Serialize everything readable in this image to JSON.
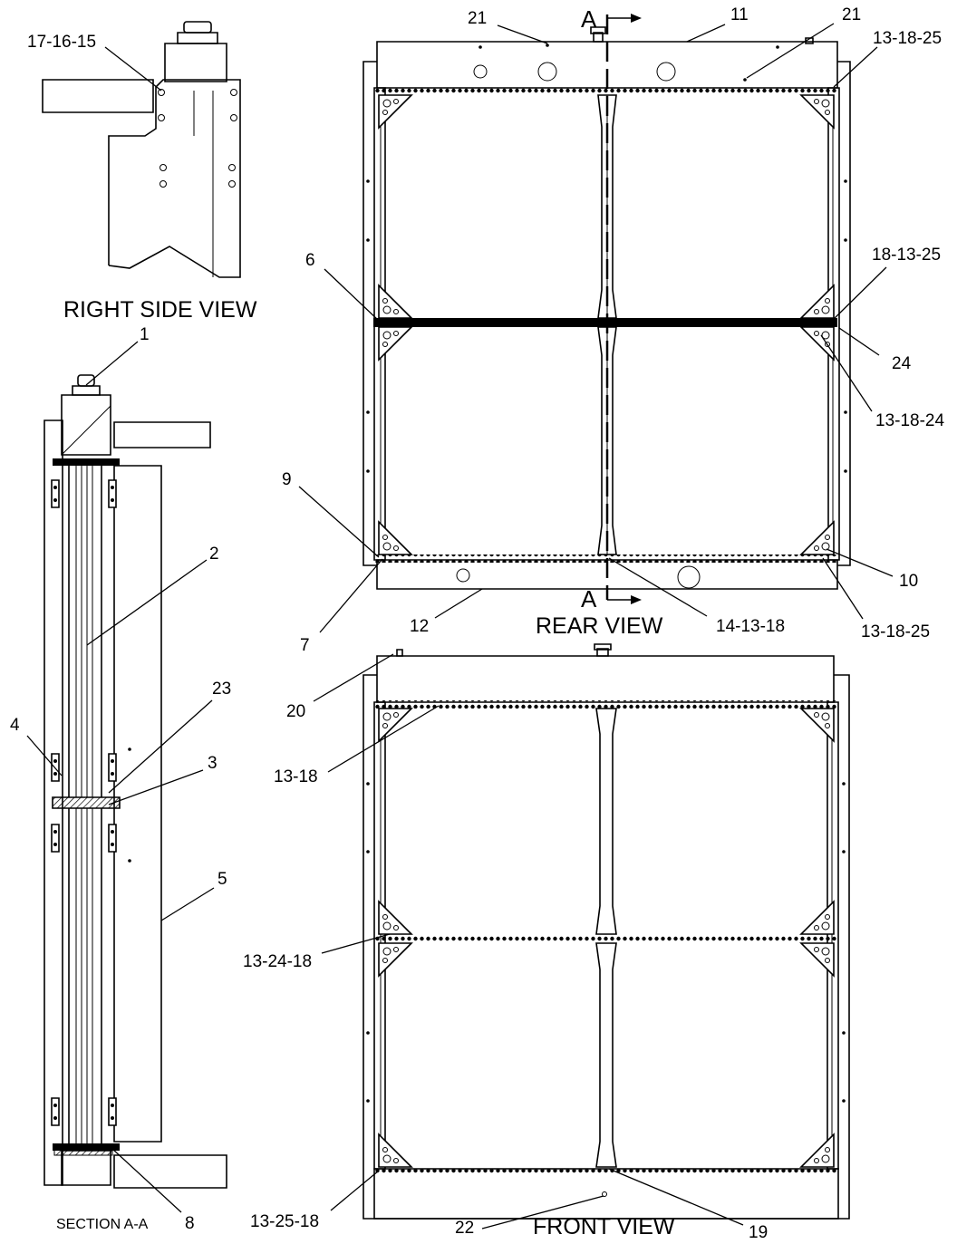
{
  "views": {
    "right_side": "RIGHT SIDE VIEW",
    "section": "SECTION A-A",
    "rear": "REAR VIEW",
    "front": "FRONT VIEW"
  },
  "section_marker": "A",
  "callouts": {
    "c_17_16_15": "17-16-15",
    "c_1": "1",
    "c_2": "2",
    "c_23": "23",
    "c_4": "4",
    "c_3": "3",
    "c_5": "5",
    "c_8": "8",
    "c_21a": "21",
    "c_11": "11",
    "c_21b": "21",
    "c_13_18_25_top": "13-18-25",
    "c_6": "6",
    "c_18_13_25": "18-13-25",
    "c_24": "24",
    "c_13_18_24": "13-18-24",
    "c_9": "9",
    "c_10": "10",
    "c_7": "7",
    "c_12": "12",
    "c_14_13_18": "14-13-18",
    "c_13_18_25_bot": "13-18-25",
    "c_20": "20",
    "c_13_18": "13-18",
    "c_13_24_18": "13-24-18",
    "c_13_25_18": "13-25-18",
    "c_22": "22",
    "c_19": "19"
  }
}
